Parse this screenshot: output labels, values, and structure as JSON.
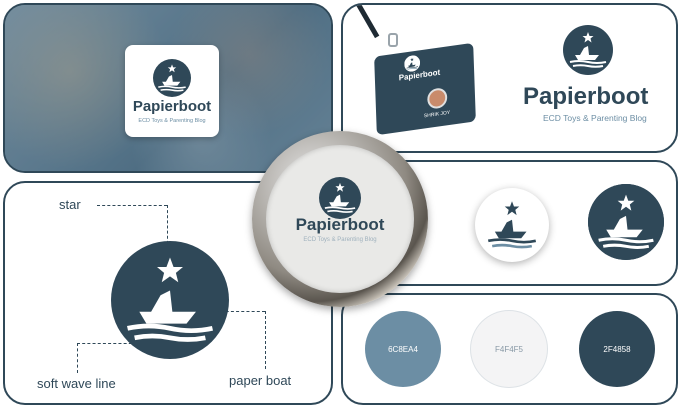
{
  "brand": {
    "name": "Papierboot",
    "tagline": "ECD Toys & Parenting Blog"
  },
  "id_card": {
    "brand": "Papierboot",
    "holder_name": "SHRIK JOY"
  },
  "diagram": {
    "labels": {
      "star": "star",
      "wave": "soft wave line",
      "boat": "paper boat"
    }
  },
  "palette": {
    "swatches": [
      {
        "label": "6C8EA4",
        "color": "#6C8EA4"
      },
      {
        "label": "F4F4F5",
        "color": "#F4F4F5"
      },
      {
        "label": "2F4858",
        "color": "#2F4858"
      }
    ]
  },
  "colors": {
    "primary": "#2F4858",
    "secondary": "#6C8EA4",
    "light": "#F4F4F5"
  },
  "icons": [
    "star-icon",
    "paper-boat-icon",
    "wave-icon",
    "lanyard-icon"
  ]
}
